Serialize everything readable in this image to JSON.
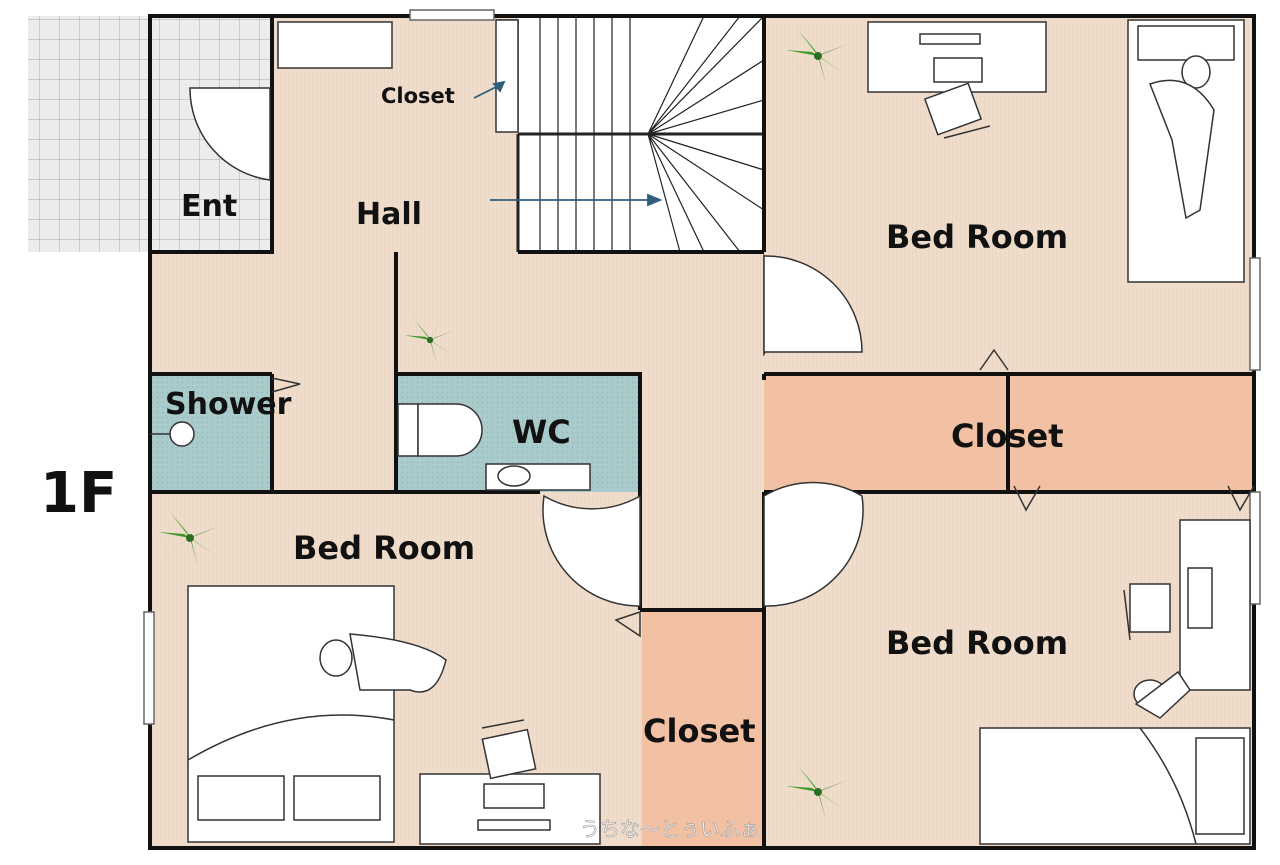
{
  "floor_label": "1F",
  "rooms": {
    "entrance": "Ent",
    "hall": "Hall",
    "shower": "Shower",
    "wc": "WC",
    "bedroom_top_right": "Bed Room",
    "bedroom_bottom_left": "Bed Room",
    "bedroom_bottom_right": "Bed Room",
    "closet_hall": "Closet",
    "closet_right": "Closet",
    "closet_bottom": "Closet"
  },
  "watermark": "うちな〜とぅいふぁ",
  "colors": {
    "floor": "#efdccb",
    "closet": "#f2c1a4",
    "wet_area": "#a9cbcc",
    "wall": "#111111",
    "tile": "#ececec",
    "arrow": "#2f5d7c",
    "plant": "#3a9a2a"
  }
}
